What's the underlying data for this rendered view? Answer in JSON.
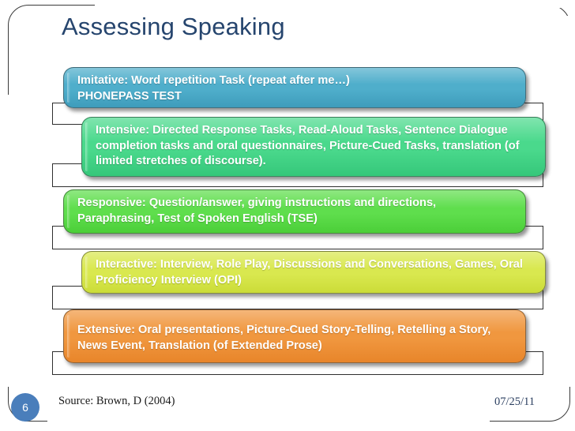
{
  "slide": {
    "title": "Assessing Speaking",
    "title_color": "#26456E",
    "number": "6",
    "number_badge_color": "#4A7EBB",
    "source": "Source:  Brown, D (2004)",
    "date": "07/25/11"
  },
  "diagram": {
    "type": "layered-list",
    "items": [
      {
        "id": "imitative",
        "label": "Imitative:  Word repetition Task (repeat after me…)",
        "label_line2": "PHONEPASS  TEST",
        "color": "#4FAECB",
        "color_dark": "#3E9CBB"
      },
      {
        "id": "intensive",
        "label": "Intensive: Directed Response Tasks, Read-Aloud Tasks, Sentence Dialogue completion tasks and oral questionnaires, Picture-Cued Tasks, translation (of limited stretches of discourse).",
        "color": "#4AD98C",
        "color_dark": "#35C77A"
      },
      {
        "id": "responsive",
        "label": "Responsive: Question/answer, giving instructions and directions, Paraphrasing, Test of Spoken English (TSE)",
        "color": "#5FDE4D",
        "color_dark": "#4BCE38"
      },
      {
        "id": "interactive",
        "label": "Interactive: Interview, Role Play, Discussions and Conversations, Games, Oral Proficiency Interview (OPI)",
        "color": "#D9E84F",
        "color_dark": "#CBDC38"
      },
      {
        "id": "extensive",
        "label": "Extensive: Oral presentations, Picture-Cued Story-Telling, Retelling a Story, News Event, Translation (of Extended Prose)",
        "color": "#F0973F",
        "color_dark": "#E8852A"
      }
    ]
  }
}
